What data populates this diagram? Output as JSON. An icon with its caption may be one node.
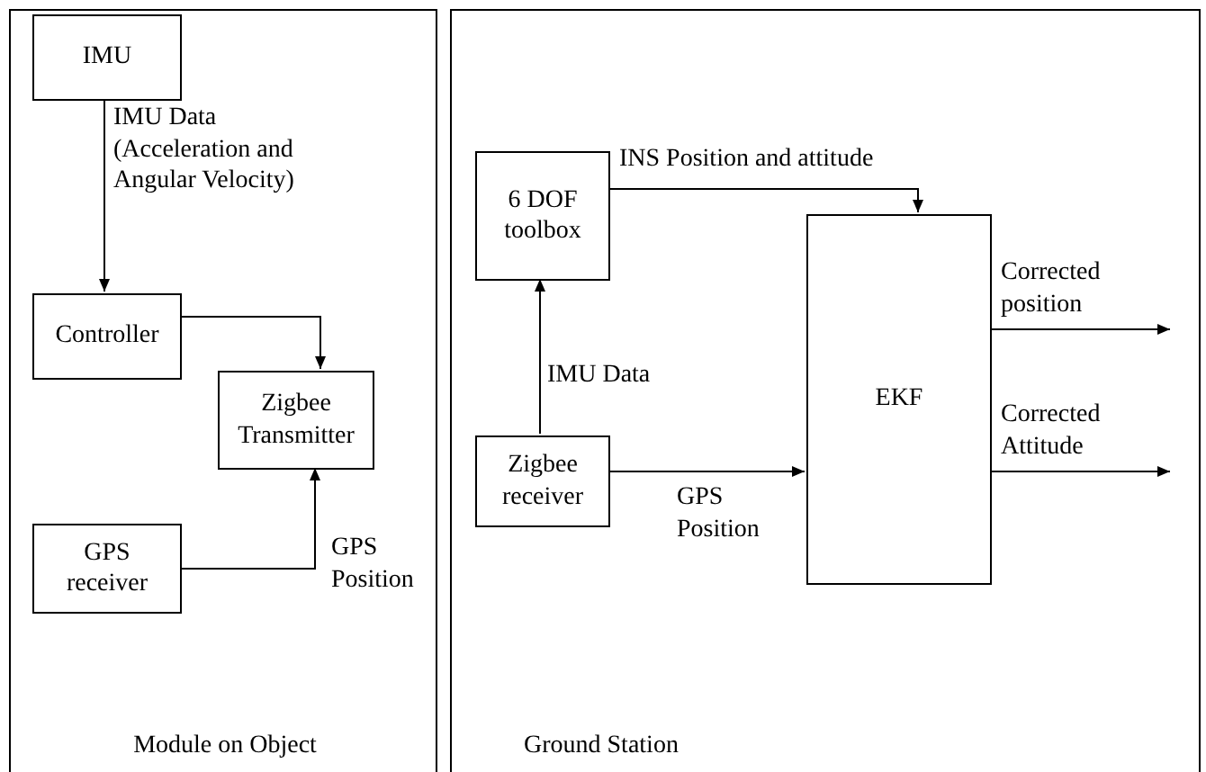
{
  "diagram": {
    "nodes": [
      {
        "text": [
          "Module on Object"
        ]
      },
      {
        "text": [
          "IMU"
        ],
        "in": 0
      },
      {
        "text": [
          "Controller"
        ],
        "in": 0
      },
      {
        "text": [
          "Zigbee Transmitter"
        ],
        "in": 0
      },
      {
        "text": [
          "GPS receiver"
        ],
        "in": 0
      },
      {
        "text": [
          "Ground Station"
        ]
      },
      {
        "text": [
          "6 DOF toolbox"
        ],
        "in": 5
      },
      {
        "text": [
          "Zigbee receiver"
        ],
        "in": 5
      },
      {
        "text": [
          "EKF"
        ],
        "in": 5
      }
    ],
    "edges": [
      {
        "from": 1,
        "to": 2,
        "arrow": "to",
        "label": "IMU Data (Acceleration and Angular Velocity)"
      },
      {
        "from": 2,
        "to": 3,
        "arrow": "to"
      },
      {
        "from": 4,
        "to": 3,
        "arrow": "to",
        "label": "GPS Position"
      },
      {
        "from": 7,
        "to": 6,
        "arrow": "to",
        "label": "IMU Data"
      },
      {
        "from": 6,
        "to": 8,
        "arrow": "to",
        "label": "INS Position and attitude"
      },
      {
        "from": 7,
        "to": 8,
        "arrow": "to",
        "label": "GPS Position"
      },
      {
        "from": 8,
        "to": null,
        "arrow": "to",
        "label": "Corrected position"
      },
      {
        "from": 8,
        "to": null,
        "arrow": "to",
        "label": "Corrected Attitude"
      }
    ]
  }
}
